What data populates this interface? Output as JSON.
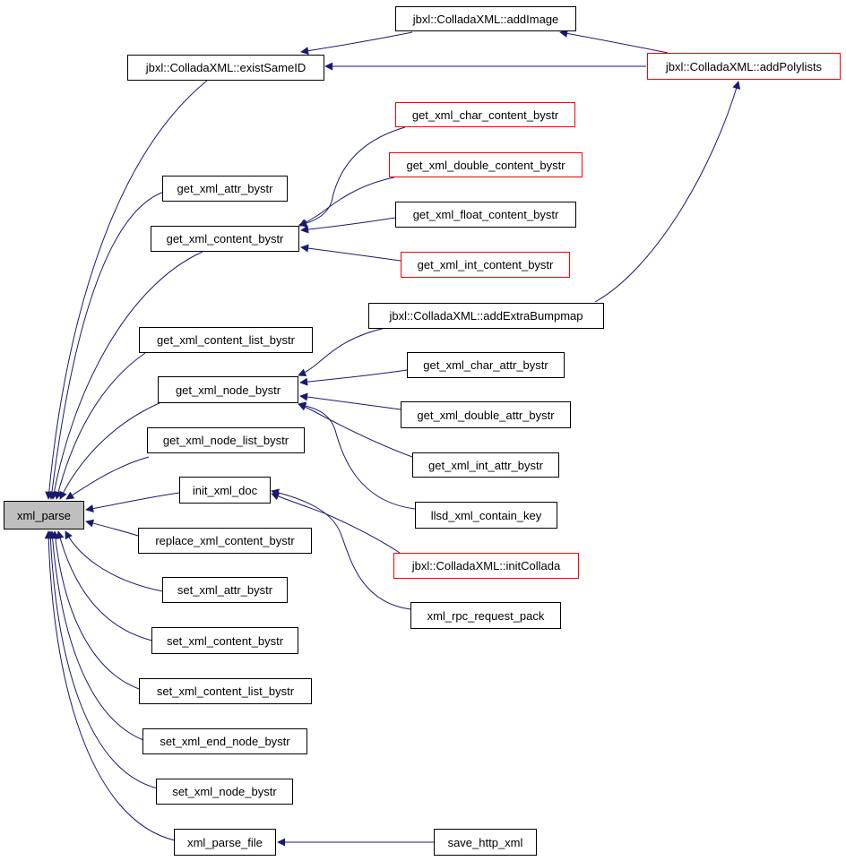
{
  "root": "xml_parse",
  "colors": {
    "edge": "#191970",
    "border": "#000000",
    "incomplete_border": "#ff0000",
    "root_fill": "#bfbfbf"
  },
  "nodes": {
    "addImage": {
      "label": "jbxl::ColladaXML::addImage",
      "incomplete": false
    },
    "existSameID": {
      "label": "jbxl::ColladaXML::existSameID",
      "incomplete": false
    },
    "addPolylists": {
      "label": "jbxl::ColladaXML::addPolylists",
      "incomplete": true
    },
    "get_xml_char_content_bystr": {
      "label": "get_xml_char_content_bystr",
      "incomplete": true
    },
    "get_xml_double_content_bystr": {
      "label": "get_xml_double_content_bystr",
      "incomplete": true
    },
    "get_xml_attr_bystr": {
      "label": "get_xml_attr_bystr",
      "incomplete": false
    },
    "get_xml_content_bystr": {
      "label": "get_xml_content_bystr",
      "incomplete": false
    },
    "get_xml_float_content_bystr": {
      "label": "get_xml_float_content_bystr",
      "incomplete": false
    },
    "get_xml_int_content_bystr": {
      "label": "get_xml_int_content_bystr",
      "incomplete": true
    },
    "addExtraBumpmap": {
      "label": "jbxl::ColladaXML::addExtraBumpmap",
      "incomplete": false
    },
    "get_xml_content_list_bystr": {
      "label": "get_xml_content_list_bystr",
      "incomplete": false
    },
    "get_xml_char_attr_bystr": {
      "label": "get_xml_char_attr_bystr",
      "incomplete": false
    },
    "get_xml_node_bystr": {
      "label": "get_xml_node_bystr",
      "incomplete": false
    },
    "get_xml_double_attr_bystr": {
      "label": "get_xml_double_attr_bystr",
      "incomplete": false
    },
    "get_xml_node_list_bystr": {
      "label": "get_xml_node_list_bystr",
      "incomplete": false
    },
    "get_xml_int_attr_bystr": {
      "label": "get_xml_int_attr_bystr",
      "incomplete": false
    },
    "init_xml_doc": {
      "label": "init_xml_doc",
      "incomplete": false
    },
    "llsd_xml_contain_key": {
      "label": "llsd_xml_contain_key",
      "incomplete": false
    },
    "xml_parse": {
      "label": "xml_parse",
      "incomplete": false
    },
    "replace_xml_content_bystr": {
      "label": "replace_xml_content_bystr",
      "incomplete": false
    },
    "initCollada": {
      "label": "jbxl::ColladaXML::initCollada",
      "incomplete": true
    },
    "set_xml_attr_bystr": {
      "label": "set_xml_attr_bystr",
      "incomplete": false
    },
    "xml_rpc_request_pack": {
      "label": "xml_rpc_request_pack",
      "incomplete": false
    },
    "set_xml_content_bystr": {
      "label": "set_xml_content_bystr",
      "incomplete": false
    },
    "set_xml_content_list_bystr": {
      "label": "set_xml_content_list_bystr",
      "incomplete": false
    },
    "set_xml_end_node_bystr": {
      "label": "set_xml_end_node_bystr",
      "incomplete": false
    },
    "set_xml_node_bystr": {
      "label": "set_xml_node_bystr",
      "incomplete": false
    },
    "xml_parse_file": {
      "label": "xml_parse_file",
      "incomplete": false
    },
    "save_http_xml": {
      "label": "save_http_xml",
      "incomplete": false
    }
  },
  "edges": [
    {
      "caller": "existSameID",
      "callee": "xml_parse"
    },
    {
      "caller": "get_xml_attr_bystr",
      "callee": "xml_parse"
    },
    {
      "caller": "get_xml_content_bystr",
      "callee": "xml_parse"
    },
    {
      "caller": "get_xml_content_list_bystr",
      "callee": "xml_parse"
    },
    {
      "caller": "get_xml_node_bystr",
      "callee": "xml_parse"
    },
    {
      "caller": "get_xml_node_list_bystr",
      "callee": "xml_parse"
    },
    {
      "caller": "init_xml_doc",
      "callee": "xml_parse"
    },
    {
      "caller": "replace_xml_content_bystr",
      "callee": "xml_parse"
    },
    {
      "caller": "set_xml_attr_bystr",
      "callee": "xml_parse"
    },
    {
      "caller": "set_xml_content_bystr",
      "callee": "xml_parse"
    },
    {
      "caller": "set_xml_content_list_bystr",
      "callee": "xml_parse"
    },
    {
      "caller": "set_xml_end_node_bystr",
      "callee": "xml_parse"
    },
    {
      "caller": "set_xml_node_bystr",
      "callee": "xml_parse"
    },
    {
      "caller": "xml_parse_file",
      "callee": "xml_parse"
    },
    {
      "caller": "addImage",
      "callee": "existSameID"
    },
    {
      "caller": "addPolylists",
      "callee": "existSameID"
    },
    {
      "caller": "addPolylists",
      "callee": "addImage"
    },
    {
      "caller": "addExtraBumpmap",
      "callee": "addPolylists"
    },
    {
      "caller": "get_xml_char_content_bystr",
      "callee": "get_xml_content_bystr"
    },
    {
      "caller": "get_xml_double_content_bystr",
      "callee": "get_xml_content_bystr"
    },
    {
      "caller": "get_xml_float_content_bystr",
      "callee": "get_xml_content_bystr"
    },
    {
      "caller": "get_xml_int_content_bystr",
      "callee": "get_xml_content_bystr"
    },
    {
      "caller": "addExtraBumpmap",
      "callee": "get_xml_node_bystr"
    },
    {
      "caller": "get_xml_char_attr_bystr",
      "callee": "get_xml_node_bystr"
    },
    {
      "caller": "get_xml_double_attr_bystr",
      "callee": "get_xml_node_bystr"
    },
    {
      "caller": "get_xml_int_attr_bystr",
      "callee": "get_xml_node_bystr"
    },
    {
      "caller": "llsd_xml_contain_key",
      "callee": "get_xml_node_bystr"
    },
    {
      "caller": "initCollada",
      "callee": "init_xml_doc"
    },
    {
      "caller": "xml_rpc_request_pack",
      "callee": "init_xml_doc"
    },
    {
      "caller": "save_http_xml",
      "callee": "xml_parse_file"
    }
  ]
}
